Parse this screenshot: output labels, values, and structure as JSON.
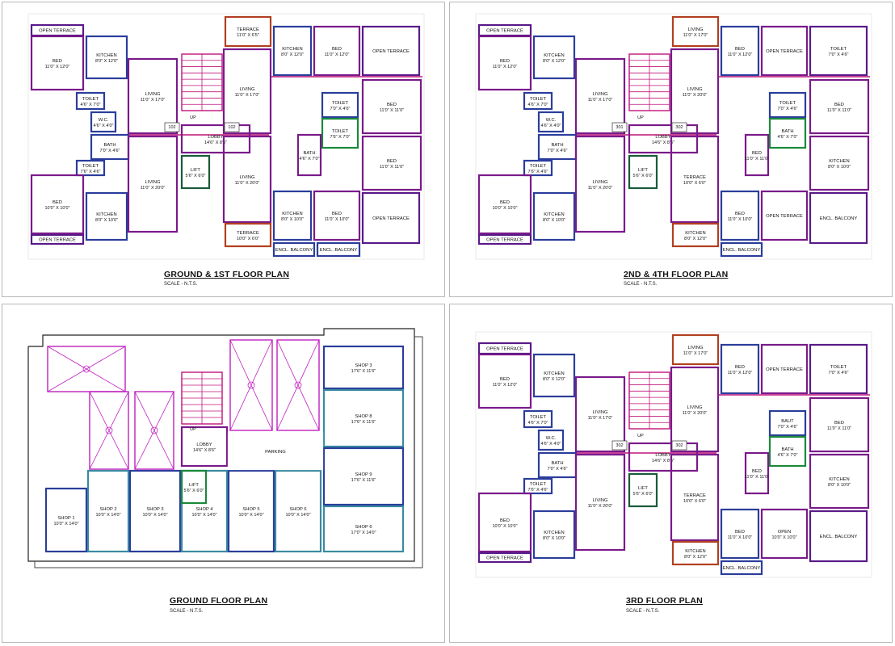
{
  "plans": [
    {
      "id": "p1",
      "title": "GROUND & 1ST FLOOR PLAN",
      "scale": "SCALE - N.T.S.",
      "rooms": [
        {
          "name": "OPEN TERRACE",
          "dim": ""
        },
        {
          "name": "BED",
          "dim": "11'0\" X 12'0\""
        },
        {
          "name": "KITCHEN",
          "dim": "8'0\" X 12'0\""
        },
        {
          "name": "LIVING",
          "dim": "11'0\" X 17'0\""
        },
        {
          "name": "TOILET",
          "dim": "4'6\" X 7'0\""
        },
        {
          "name": "W.C.",
          "dim": "4'6\" X 4'0\""
        },
        {
          "name": "BATH",
          "dim": "7'0\" X 4'6\""
        },
        {
          "name": "TOILET",
          "dim": "7'6\" X 4'6\""
        },
        {
          "name": "BED",
          "dim": "10'0\" X 10'0\""
        },
        {
          "name": "KITCHEN",
          "dim": "8'0\" X 10'0\""
        },
        {
          "name": "LIVING",
          "dim": "11'0\" X 20'0\""
        },
        {
          "name": "OPEN TERRACE",
          "dim": ""
        },
        {
          "name": "LOBBY",
          "dim": "14'6\" X 8'6\""
        },
        {
          "name": "LIFT",
          "dim": "5'6\" X 6'0\""
        },
        {
          "name": "TERRACE",
          "dim": "11'0\" X 6'5\""
        },
        {
          "name": "LIVING",
          "dim": "11'0\" X 17'0\""
        },
        {
          "name": "LIVING",
          "dim": "11'0\" X 20'0\""
        },
        {
          "name": "TERRACE",
          "dim": "10'0\" X 6'0\""
        },
        {
          "name": "KITCHEN",
          "dim": "8'0\" X 12'0\""
        },
        {
          "name": "BED",
          "dim": "11'0\" X 12'0\""
        },
        {
          "name": "OPEN TERRACE",
          "dim": ""
        },
        {
          "name": "TOILET",
          "dim": "7'0\" X 4'6\""
        },
        {
          "name": "TOILET",
          "dim": "7'6\" X 7'0\""
        },
        {
          "name": "BATH",
          "dim": "4'6\" X 7'0\""
        },
        {
          "name": "BED",
          "dim": "11'0\" X 11'0\""
        },
        {
          "name": "BED",
          "dim": "11'0\" X 11'0\""
        },
        {
          "name": "KITCHEN",
          "dim": "8'0\" X 10'0\""
        },
        {
          "name": "BED",
          "dim": "11'0\" X 10'0\""
        },
        {
          "name": "OPEN TERRACE",
          "dim": ""
        },
        {
          "name": "ENCL. BALCONY",
          "dim": ""
        },
        {
          "name": "ENCL. BALCONY",
          "dim": ""
        }
      ],
      "labels": [
        "UP",
        "102",
        "102"
      ]
    },
    {
      "id": "p2",
      "title": "2ND & 4TH FLOOR PLAN",
      "scale": "SCALE - N.T.S.",
      "rooms": [
        {
          "name": "OPEN TERRACE",
          "dim": ""
        },
        {
          "name": "BED",
          "dim": "11'0\" X 12'0\""
        },
        {
          "name": "KITCHEN",
          "dim": "8'0\" X 12'0\""
        },
        {
          "name": "LIVING",
          "dim": "11'0\" X 17'0\""
        },
        {
          "name": "TOILET",
          "dim": "4'6\" X 7'0\""
        },
        {
          "name": "W.C.",
          "dim": "4'6\" X 4'0\""
        },
        {
          "name": "BATH",
          "dim": "7'0\" X 4'6\""
        },
        {
          "name": "TOILET",
          "dim": "7'6\" X 4'6\""
        },
        {
          "name": "BED",
          "dim": "10'0\" X 10'0\""
        },
        {
          "name": "KITCHEN",
          "dim": "8'0\" X 10'0\""
        },
        {
          "name": "LIVING",
          "dim": "11'0\" X 20'0\""
        },
        {
          "name": "OPEN TERRACE",
          "dim": ""
        },
        {
          "name": "LOBBY",
          "dim": "14'6\" X 8'6\""
        },
        {
          "name": "LIFT",
          "dim": "5'6\" X 6'0\""
        },
        {
          "name": "LIVING",
          "dim": "11'0\" X 17'0\""
        },
        {
          "name": "LIVING",
          "dim": "11'0\" X 20'0\""
        },
        {
          "name": "TERRACE",
          "dim": "10'0\" X 6'0\""
        },
        {
          "name": "KITCHEN",
          "dim": "8'0\" X 12'0\""
        },
        {
          "name": "BED",
          "dim": "11'0\" X 12'0\""
        },
        {
          "name": "OPEN TERRACE",
          "dim": ""
        },
        {
          "name": "TOILET",
          "dim": "7'0\" X 4'6\""
        },
        {
          "name": "TOILET",
          "dim": "7'0\" X 4'6\""
        },
        {
          "name": "BATH",
          "dim": "4'6\" X 7'0\""
        },
        {
          "name": "BED",
          "dim": "11'0\" X 11'0\""
        },
        {
          "name": "BED",
          "dim": "11'0\" X 11'0\""
        },
        {
          "name": "KITCHEN",
          "dim": "8'0\" X 10'0\""
        },
        {
          "name": "BED",
          "dim": "11'0\" X 10'0\""
        },
        {
          "name": "OPEN TERRACE",
          "dim": ""
        },
        {
          "name": "ENCL. BALCONY",
          "dim": ""
        },
        {
          "name": "ENCL. BALCONY",
          "dim": ""
        }
      ],
      "labels": [
        "UP",
        "301",
        "302"
      ]
    },
    {
      "id": "p3",
      "title": "GROUND FLOOR PLAN",
      "scale": "SCALE - N.T.S.",
      "rooms": [
        {
          "name": "SHOP 1",
          "dim": "10'0\" X 14'0\""
        },
        {
          "name": "SHOP 2",
          "dim": "10'0\" X 14'0\""
        },
        {
          "name": "SHOP 3",
          "dim": "10'0\" X 14'0\""
        },
        {
          "name": "SHOP 4",
          "dim": "10'0\" X 14'0\""
        },
        {
          "name": "SHOP 5",
          "dim": "10'0\" X 14'0\""
        },
        {
          "name": "SHOP 6",
          "dim": "10'0\" X 14'0\""
        },
        {
          "name": "SHOP 3",
          "dim": "17'6\" X 11'6\""
        },
        {
          "name": "SHOP 8",
          "dim": "17'6\" X 11'6\""
        },
        {
          "name": "SHOP 9",
          "dim": "17'6\" X 11'6\""
        },
        {
          "name": "SHOP 6",
          "dim": "17'0\" X 14'0\""
        },
        {
          "name": "LOBBY",
          "dim": "14'6\" X 8'6\""
        },
        {
          "name": "LIFT",
          "dim": "5'6\" X 6'0\""
        },
        {
          "name": "PARKING",
          "dim": ""
        }
      ],
      "labels": [
        "UP"
      ]
    },
    {
      "id": "p4",
      "title": "3RD FLOOR PLAN",
      "scale": "SCALE - N.T.S.",
      "rooms": [
        {
          "name": "OPEN TERRACE",
          "dim": ""
        },
        {
          "name": "BED",
          "dim": "11'0\" X 12'0\""
        },
        {
          "name": "KITCHEN",
          "dim": "8'0\" X 12'0\""
        },
        {
          "name": "LIVING",
          "dim": "11'0\" X 17'0\""
        },
        {
          "name": "TOILET",
          "dim": "4'6\" X 7'0\""
        },
        {
          "name": "W.C.",
          "dim": "4'6\" X 4'0\""
        },
        {
          "name": "BATH",
          "dim": "7'0\" X 4'6\""
        },
        {
          "name": "TOILET",
          "dim": "7'6\" X 4'6\""
        },
        {
          "name": "BED",
          "dim": "10'0\" X 10'0\""
        },
        {
          "name": "KITCHEN",
          "dim": "8'0\" X 10'0\""
        },
        {
          "name": "LIVING",
          "dim": "11'0\" X 20'0\""
        },
        {
          "name": "OPEN TERRACE",
          "dim": ""
        },
        {
          "name": "LOBBY",
          "dim": "14'6\" X 8'6\""
        },
        {
          "name": "LIFT",
          "dim": "5'6\" X 6'0\""
        },
        {
          "name": "LIVING",
          "dim": "11'0\" X 17'0\""
        },
        {
          "name": "LIVING",
          "dim": "11'0\" X 20'0\""
        },
        {
          "name": "TERRACE",
          "dim": "10'0\" X 6'0\""
        },
        {
          "name": "KITCHEN",
          "dim": "8'0\" X 12'0\""
        },
        {
          "name": "BED",
          "dim": "11'0\" X 12'0\""
        },
        {
          "name": "OPEN TERRACE",
          "dim": ""
        },
        {
          "name": "TOILET",
          "dim": "7'0\" X 4'6\""
        },
        {
          "name": "BAUT",
          "dim": "7'0\" X 4'6\""
        },
        {
          "name": "BATH",
          "dim": "4'6\" X 7'0\""
        },
        {
          "name": "BED",
          "dim": "11'0\" X 11'0\""
        },
        {
          "name": "BED",
          "dim": "11'0\" X 11'0\""
        },
        {
          "name": "KITCHEN",
          "dim": "8'0\" X 10'0\""
        },
        {
          "name": "BED",
          "dim": "11'0\" X 10'0\""
        },
        {
          "name": "OPEN",
          "dim": "10'0\" X 10'0\""
        },
        {
          "name": "ENCL. BALCONY",
          "dim": ""
        },
        {
          "name": "ENCL. BALCONY",
          "dim": ""
        }
      ],
      "labels": [
        "UP",
        "302",
        "302"
      ]
    }
  ]
}
